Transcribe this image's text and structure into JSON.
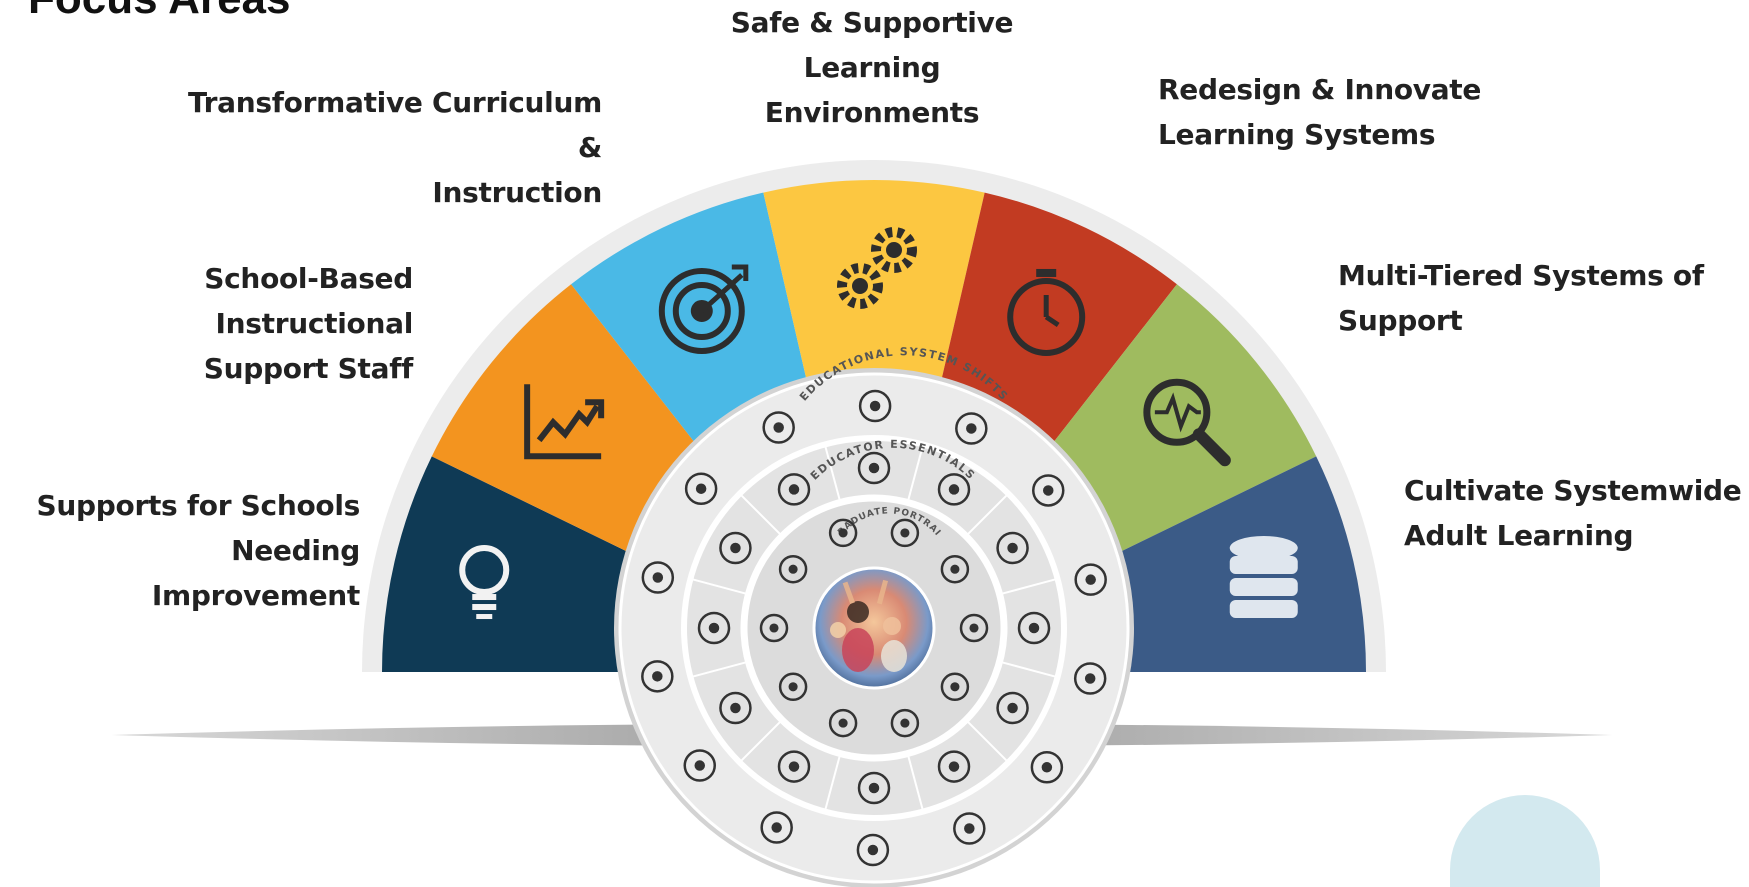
{
  "page_title": "Focus Areas",
  "focus_areas": [
    {
      "line1": "Supports for Schools",
      "line2": "Needing Improvement",
      "color": "#0f3a55",
      "icon": "lightbulb-icon"
    },
    {
      "line1": "School-Based Instructional",
      "line2": "Support Staff",
      "color": "#f3941f",
      "icon": "growth-chart-icon"
    },
    {
      "line1": "Transformative Curriculum &",
      "line2": "Instruction",
      "color": "#4ab9e6",
      "icon": "target-icon"
    },
    {
      "line1": "Safe & Supportive Learning",
      "line2": "Environments",
      "color": "#fcc741",
      "icon": "gears-icon"
    },
    {
      "line1": "Redesign & Innovate",
      "line2": "Learning Systems",
      "color": "#c23b22",
      "icon": "stopwatch-icon"
    },
    {
      "line1": "Multi-Tiered Systems of",
      "line2": "Support",
      "color": "#9fbb5f",
      "icon": "magnifier-icon"
    },
    {
      "line1": "Cultivate Systemwide",
      "line2": "Adult Learning",
      "color": "#3b5b87",
      "icon": "database-icon"
    }
  ],
  "wheel": {
    "outer_ring_label": "EDUCATIONAL SYSTEM SHIFTS",
    "middle_ring_label": "EDUCATOR ESSENTIALS",
    "inner_ring_label": "GRADUATE PORTRAIT"
  }
}
